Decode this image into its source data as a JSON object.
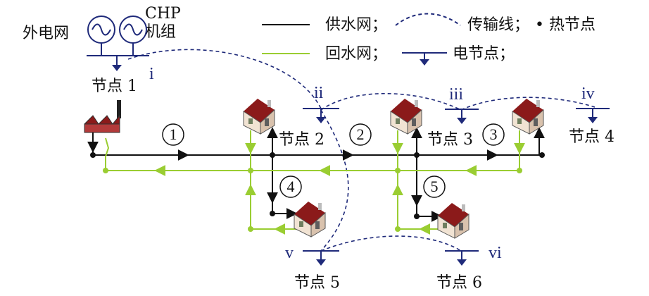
{
  "colors": {
    "supply": "#111111",
    "return": "#9acd32",
    "transmission": "#1f2a7a",
    "electric": "#1f2a7a",
    "house_roof": "#8b1a1a",
    "house_body": "#f5e6d8"
  },
  "legend": {
    "supply": "供水网；",
    "transmission": "传输线；",
    "heat_node": "• 热节点",
    "return": "回水网；",
    "electric_node": "电节点；"
  },
  "source": {
    "grid_label": "外电网",
    "chp_label_1": "CHP",
    "chp_label_2": "机组"
  },
  "thermal_nodes": {
    "n1": "节点 1",
    "n2": "节点 2",
    "n3": "节点 3",
    "n4": "节点 4",
    "n5": "节点 5",
    "n6": "节点 6"
  },
  "electric_nodes": {
    "i": "i",
    "ii": "ii",
    "iii": "iii",
    "iv": "iv",
    "v": "v",
    "vi": "vi"
  },
  "pipes": {
    "p1": "1",
    "p2": "2",
    "p3": "3",
    "p4": "4",
    "p5": "5"
  },
  "icons": {
    "factory": "factory-icon",
    "house": "house-icon",
    "generator": "generator-icon",
    "arrow": "arrow-icon"
  }
}
